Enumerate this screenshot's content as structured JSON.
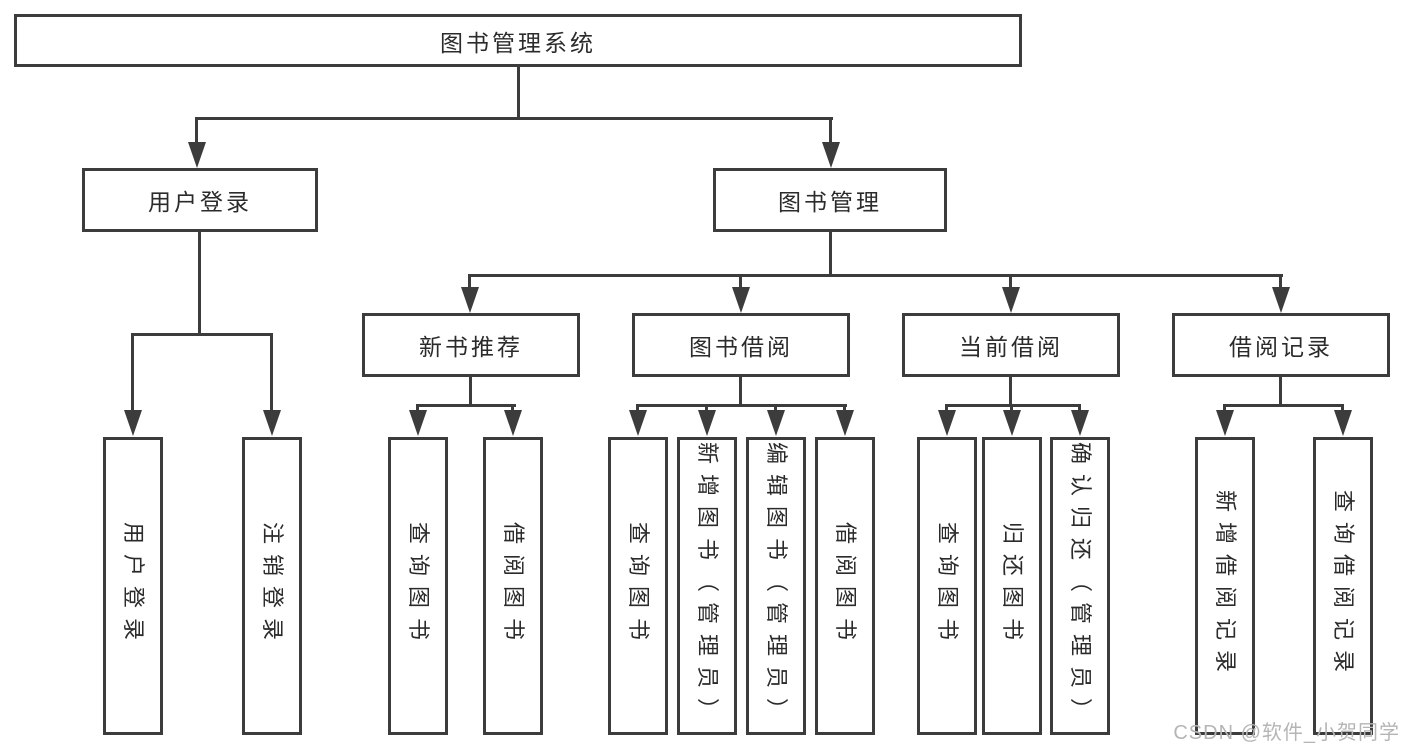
{
  "diagram": {
    "type": "tree",
    "root": {
      "label": "图书管理系统"
    },
    "branches": [
      {
        "label": "用户登录",
        "children": [
          {
            "label": "用户登录"
          },
          {
            "label": "注销登录"
          }
        ]
      },
      {
        "label": "图书管理",
        "children": [
          {
            "label": "新书推荐",
            "children": [
              {
                "label": "查询图书"
              },
              {
                "label": "借阅图书"
              }
            ]
          },
          {
            "label": "图书借阅",
            "children": [
              {
                "label": "查询图书"
              },
              {
                "label": "新增图书（管理员）"
              },
              {
                "label": "编辑图书（管理员）"
              },
              {
                "label": "借阅图书"
              }
            ]
          },
          {
            "label": "当前借阅",
            "children": [
              {
                "label": "查询图书"
              },
              {
                "label": "归还图书"
              },
              {
                "label": "确认归还（管理员）"
              }
            ]
          },
          {
            "label": "借阅记录",
            "children": [
              {
                "label": "新增借阅记录"
              },
              {
                "label": "查询借阅记录"
              }
            ]
          }
        ]
      }
    ]
  },
  "watermark": {
    "text": "CSDN @软件_小贺同学"
  },
  "colors": {
    "line": "#3c3c3c",
    "text": "#2b2b2b",
    "background": "#ffffff",
    "watermark": "#b5b5b5"
  }
}
